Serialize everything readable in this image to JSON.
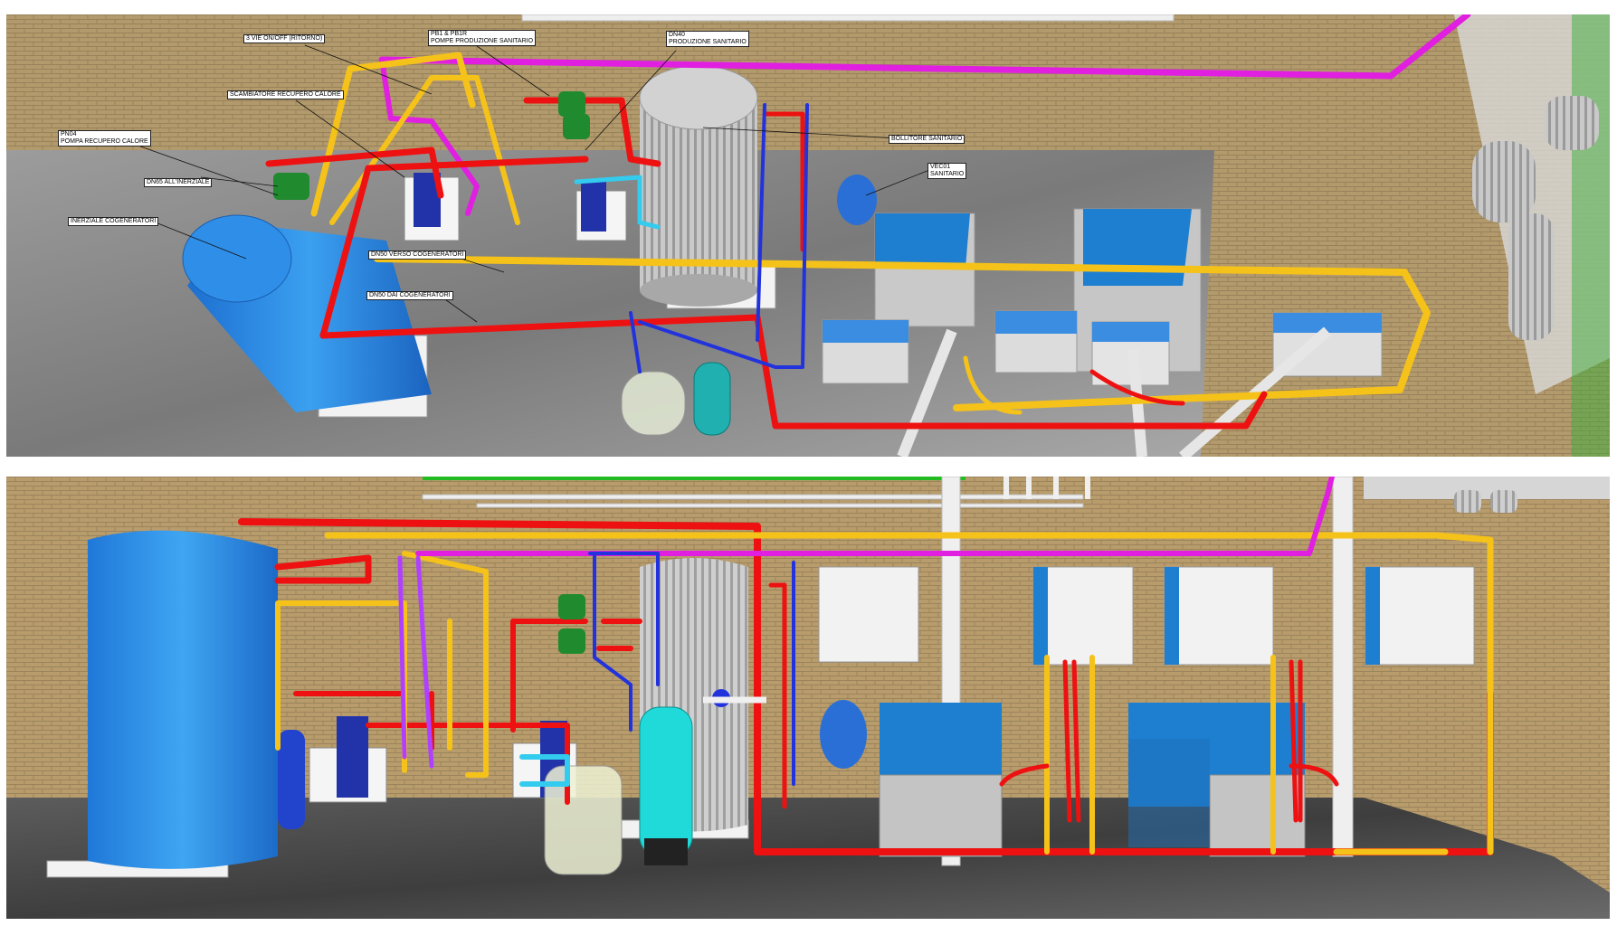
{
  "labels": {
    "three_way_valve": "3 VIE ON/OFF (RITORNO)",
    "pb1_pumps": "PB1 & PB1R\nPOMPE PRODUZIONE SANITARIO",
    "dn40": "DN40\nPRODUZIONE SANITARIO",
    "exchanger": "SCAMBIATORE RECUPERO CALORE",
    "pn04": "PN04\nPOMPA RECUPERO CALORE",
    "dn65": "DN65 ALL'INERZIALE",
    "inerziale": "INERZIALE COGENERATORI",
    "bollitore": "BOLLITORE SANITARIO",
    "vec01": "VEC01\nSANITARIO",
    "dn50_verso": "DN50 VERSO COGENERATORI",
    "dn50_dai": "DN50 DAI COGENERATORI"
  },
  "colors": {
    "pipe_red": "#ee1111",
    "pipe_yellow": "#f5c21a",
    "pipe_magenta": "#e01fe0",
    "pipe_blue": "#2233dd",
    "pipe_cyan": "#33ccee",
    "tank_blue": "#2a8fe6",
    "unit_blue": "#1e7fd0",
    "pump_green": "#1f8a2e",
    "brick": "#b59a6a",
    "floor": "#8f8f8f"
  }
}
